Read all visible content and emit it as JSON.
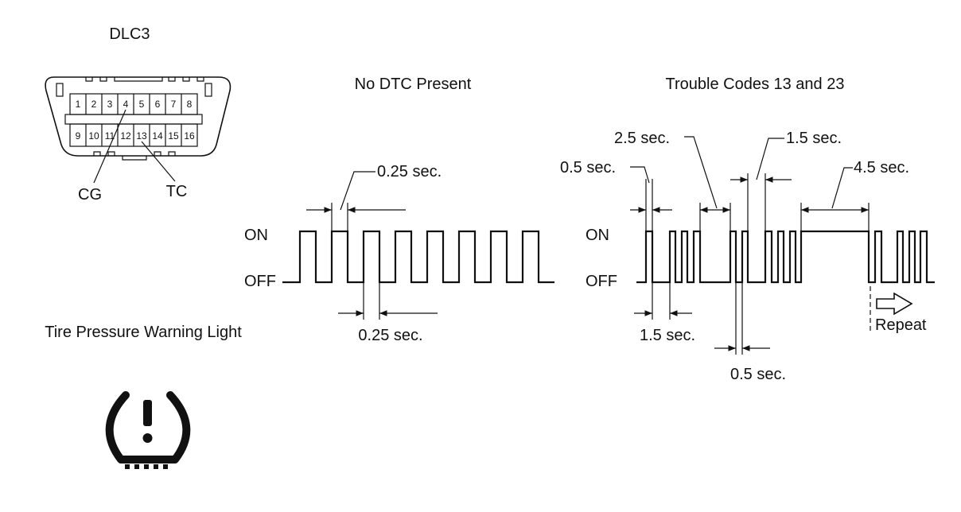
{
  "connector": {
    "title": "DLC3",
    "pins_top": [
      "1",
      "2",
      "3",
      "4",
      "5",
      "6",
      "7",
      "8"
    ],
    "pins_bottom": [
      "9",
      "10",
      "11",
      "12",
      "13",
      "14",
      "15",
      "16"
    ],
    "label_cg": "CG",
    "label_tc": "TC"
  },
  "warning_light": {
    "label": "Tire Pressure Warning Light",
    "icon": "tire-pressure-warning-icon"
  },
  "no_dtc": {
    "title": "No DTC Present",
    "on_label": "ON",
    "off_label": "OFF",
    "on_time": "0.25 sec.",
    "off_time": "0.25 sec."
  },
  "trouble": {
    "title": "Trouble Codes 13 and 23",
    "on_label": "ON",
    "off_label": "OFF",
    "t_2_5": "2.5 sec.",
    "t_1_5_top": "1.5 sec.",
    "t_0_5_top": "0.5 sec.",
    "t_4_5": "4.5 sec.",
    "t_1_5_bottom": "1.5 sec.",
    "t_0_5_bottom": "0.5 sec.",
    "repeat": "Repeat"
  }
}
